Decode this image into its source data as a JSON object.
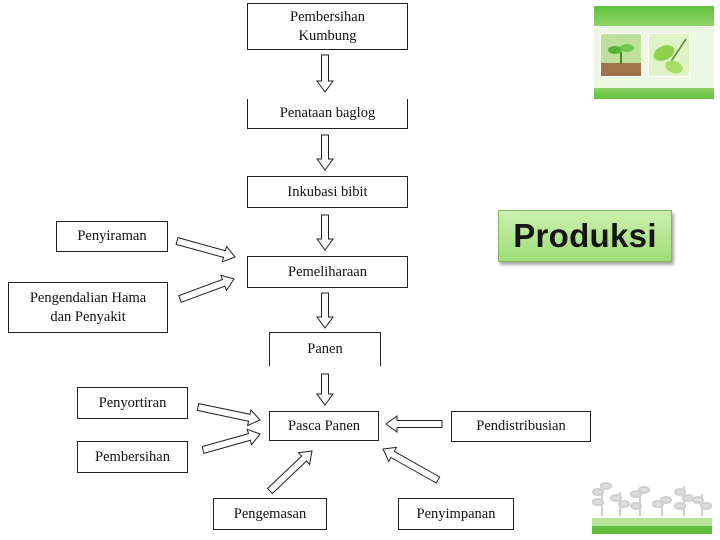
{
  "diagram": {
    "main_flow": [
      {
        "id": "pembersihan-kumbung",
        "label": "Pembersihan\nKumbung"
      },
      {
        "id": "penataan-baglog",
        "label": "Penataan baglog"
      },
      {
        "id": "inkubasi-bibit",
        "label": "Inkubasi bibit"
      },
      {
        "id": "pemeliharaan",
        "label": "Pemeliharaan"
      },
      {
        "id": "panen",
        "label": "Panen"
      },
      {
        "id": "pasca-panen",
        "label": "Pasca Panen"
      }
    ],
    "side_inputs": [
      {
        "id": "penyiraman",
        "label": "Penyiraman"
      },
      {
        "id": "pengendalian-hama",
        "label": "Pengendalian Hama\ndan Penyakit"
      },
      {
        "id": "penyortiran",
        "label": "Penyortiran"
      },
      {
        "id": "pembersihan",
        "label": "Pembersihan"
      },
      {
        "id": "pengemasan",
        "label": "Pengemasan"
      },
      {
        "id": "penyimpanan",
        "label": "Penyimpanan"
      },
      {
        "id": "pendistribusian",
        "label": "Pendistribusian"
      }
    ],
    "edges": [
      {
        "from": "pembersihan-kumbung",
        "to": "penataan-baglog"
      },
      {
        "from": "penataan-baglog",
        "to": "inkubasi-bibit"
      },
      {
        "from": "inkubasi-bibit",
        "to": "pemeliharaan"
      },
      {
        "from": "pemeliharaan",
        "to": "panen"
      },
      {
        "from": "panen",
        "to": "pasca-panen"
      },
      {
        "from": "penyiraman",
        "to": "pemeliharaan"
      },
      {
        "from": "pengendalian-hama",
        "to": "pemeliharaan"
      },
      {
        "from": "penyortiran",
        "to": "pasca-panen"
      },
      {
        "from": "pembersihan",
        "to": "pasca-panen"
      },
      {
        "from": "pengemasan",
        "to": "pasca-panen"
      },
      {
        "from": "penyimpanan",
        "to": "pasca-panen"
      },
      {
        "from": "pendistribusian",
        "to": "pasca-panen"
      }
    ]
  },
  "title_badge": {
    "text": "Produksi",
    "color": "#a8e080"
  },
  "decorations": {
    "brand_green": "#6cbf4a",
    "icons": [
      "seedling-photo-icon",
      "leaves-photo-icon",
      "plant-silhouette-icon"
    ]
  }
}
